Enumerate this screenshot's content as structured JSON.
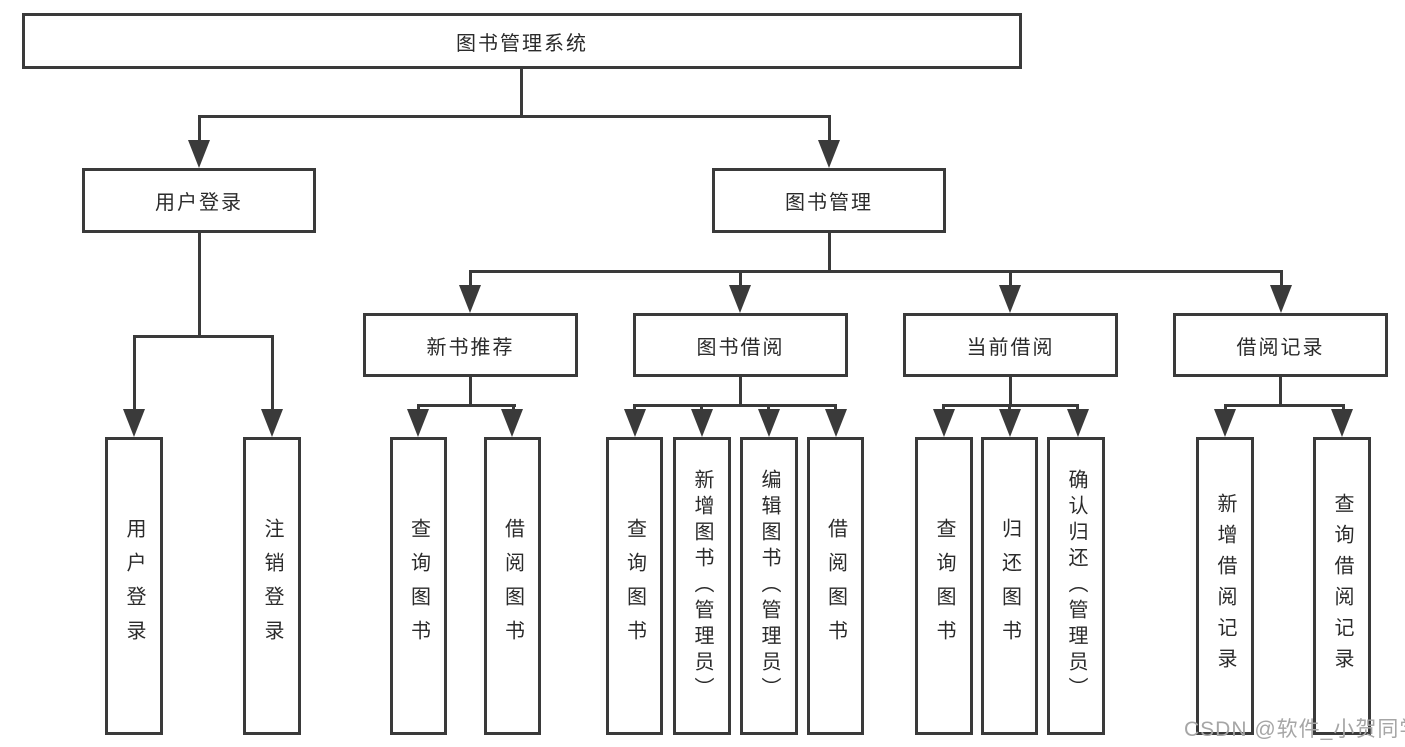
{
  "colors": {
    "background": "#ffffff",
    "line": "#3a3a3a",
    "text": "#2b2b2b",
    "watermark": "#a6a6a6"
  },
  "watermark": {
    "text": "CSDN @软件_小贺同学"
  },
  "tree": {
    "label": "图书管理系统",
    "children": [
      {
        "label": "用户登录",
        "children": [
          {
            "label": "用户登录"
          },
          {
            "label": "注销登录"
          }
        ]
      },
      {
        "label": "图书管理",
        "children": [
          {
            "label": "新书推荐",
            "children": [
              {
                "label": "查询图书"
              },
              {
                "label": "借阅图书"
              }
            ]
          },
          {
            "label": "图书借阅",
            "children": [
              {
                "label": "查询图书"
              },
              {
                "label": "新增图书（管理员）"
              },
              {
                "label": "编辑图书（管理员）"
              },
              {
                "label": "借阅图书"
              }
            ]
          },
          {
            "label": "当前借阅",
            "children": [
              {
                "label": "查询图书"
              },
              {
                "label": "归还图书"
              },
              {
                "label": "确认归还（管理员）"
              }
            ]
          },
          {
            "label": "借阅记录",
            "children": [
              {
                "label": "新增借阅记录"
              },
              {
                "label": "查询借阅记录"
              }
            ]
          }
        ]
      }
    ]
  }
}
